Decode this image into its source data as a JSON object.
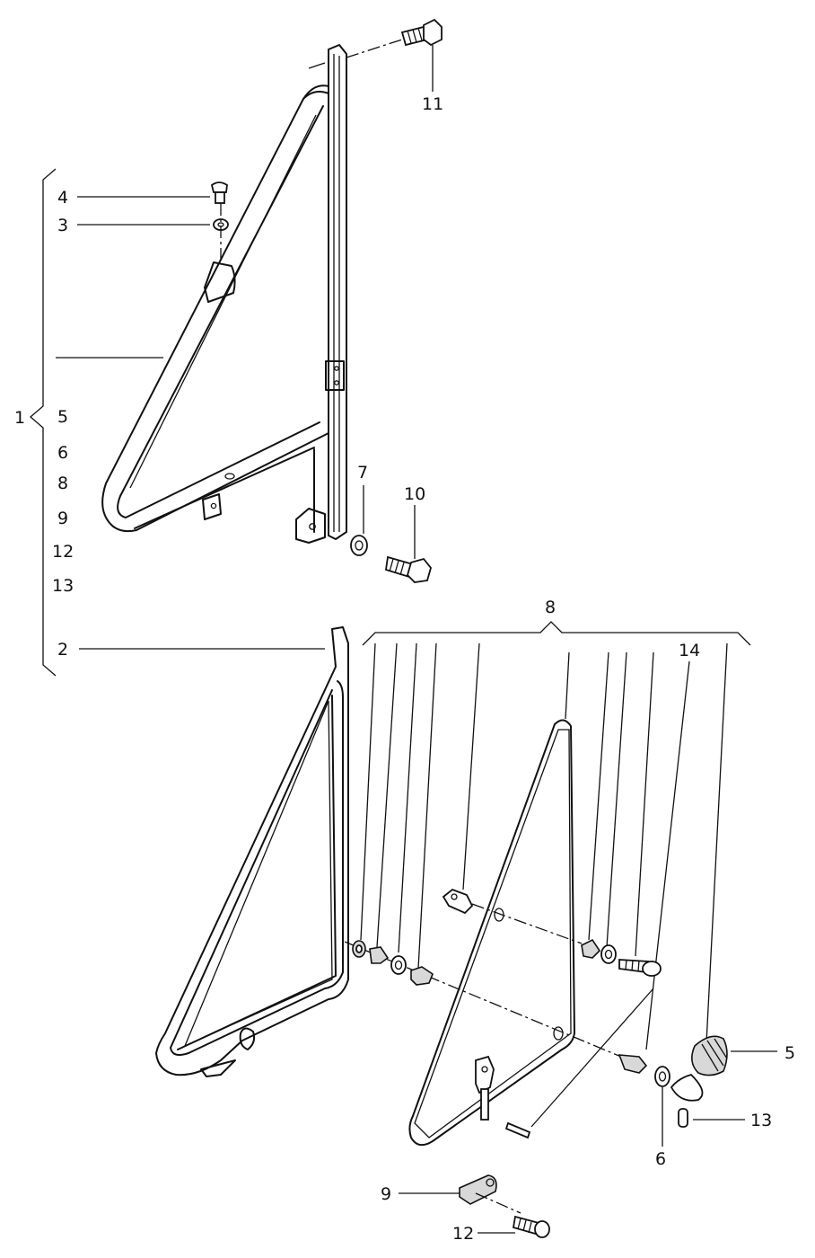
{
  "labels": {
    "l1": "1",
    "l2": "2",
    "l3": "3",
    "l4": "4",
    "l5_list": "5",
    "l6_list": "6",
    "l8_list": "8",
    "l9_list": "9",
    "l12_list": "12",
    "l13_list": "13",
    "l7": "7",
    "l10": "10",
    "l11": "11",
    "l8_top": "8",
    "l14": "14",
    "l5_right": "5",
    "l13_right": "13",
    "l6_bottom": "6",
    "l9_bottom": "9",
    "l12_bottom": "12"
  }
}
